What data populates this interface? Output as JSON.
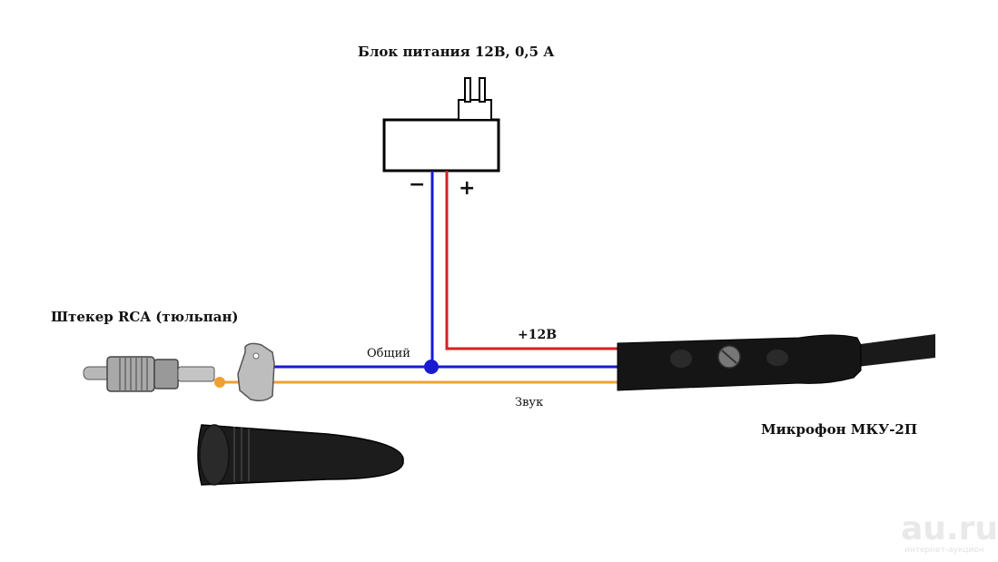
{
  "labels": {
    "power_supply": "Блок питания 12В, 0,5 А",
    "rca_plug": "Штекер RCA (тюльпан)",
    "microphone": "Микрофон МКУ-2П",
    "common": "Общий",
    "sound": "Звук",
    "plus12": "+12В",
    "minus": "−",
    "plus": "+"
  },
  "watermark": {
    "text": "au.ru",
    "sub": "интернет-аукцион"
  },
  "colors": {
    "wire_positive": "#d62020",
    "wire_common": "#1a1ad0",
    "wire_sound": "#f0a030",
    "outline": "#000000"
  }
}
